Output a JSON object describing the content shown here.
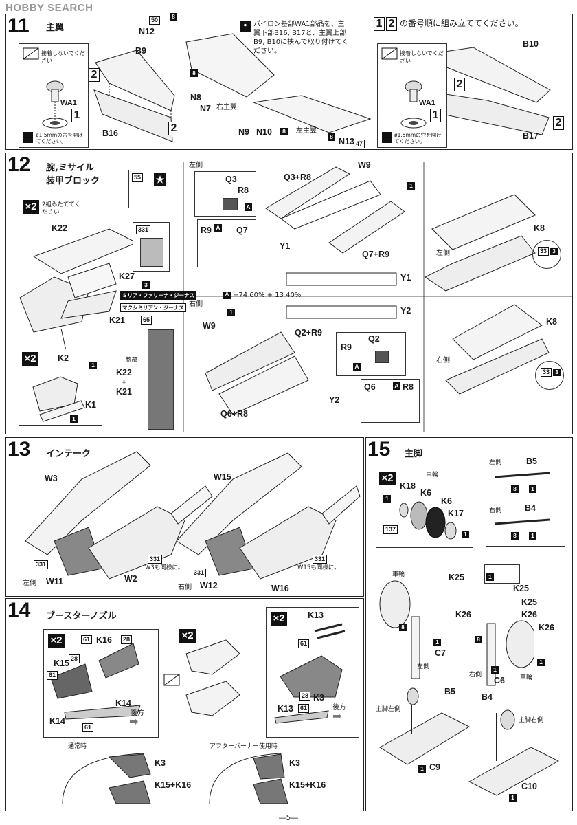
{
  "watermark": "HOBBY SEARCH",
  "page_number": "—5—",
  "step11": {
    "number": "11",
    "title": "主翼",
    "pylon_note": "パイロン基部WA1部品を、主翼下部B16, B17と、主翼上部B9, B10に挟んで取り付けてください。",
    "order_note": "の番号順に組み立ててください。",
    "seq1": "1",
    "seq2": "2",
    "no_glue": "接着しないでください",
    "drill": "ø1.5mmの穴を開けてください。",
    "right_wing": "右主翼",
    "left_wing": "左主翼",
    "parts": {
      "WA1": "WA1",
      "B9": "B9",
      "B16": "B16",
      "B10": "B10",
      "B17": "B17",
      "N12": "N12",
      "N8": "N8",
      "N7": "N7",
      "N9": "N9",
      "N10": "N10",
      "N13": "N13"
    },
    "colors": {
      "c50": "50",
      "c8": "8",
      "c47": "47"
    }
  },
  "step12": {
    "number": "12",
    "title": "腕,ミサイル装甲ブロック",
    "make_two": "2組みたててください",
    "x2": "×2",
    "left_side": "左側",
    "right_side": "右側",
    "mix_formula": "=74 60% + 13 40%",
    "mix_A": "A",
    "miria": "ミリア・ファリーナ・ジーナス",
    "maxi": "マクシミリアン・ジーナス",
    "arm_label": "腕部",
    "parts": {
      "K22": "K22",
      "K27": "K27",
      "K21": "K21",
      "K2": "K2",
      "K1": "K1",
      "K22plus": "K22\n+\nK21",
      "Q3": "Q3",
      "R8": "R8",
      "R9": "R9",
      "Q7": "Q7",
      "Q3R8": "Q3+R8",
      "Y1": "Y1",
      "Q7R9": "Q7+R9",
      "W9": "W9",
      "Y2": "Y2",
      "Q2R9": "Q2+R9",
      "Q2": "Q2",
      "Q6": "Q6",
      "Q6R8": "Q6+R8",
      "K8": "K8"
    },
    "colors": {
      "c55": "55",
      "c331": "331",
      "c3": "3",
      "c65": "65",
      "c1": "1",
      "c33": "33"
    }
  },
  "step13": {
    "number": "13",
    "title": "インテーク",
    "left_side": "左側",
    "right_side": "右側",
    "w3_same": "W3も同様に。",
    "w15_same": "W15も同様に。",
    "parts": {
      "W3": "W3",
      "W11": "W11",
      "W2": "W2",
      "W15": "W15",
      "W12": "W12",
      "W16": "W16"
    },
    "colors": {
      "c331": "331"
    }
  },
  "step14": {
    "number": "14",
    "title": "ブースターノズル",
    "rear": "後方",
    "normal": "通常時",
    "afterburner": "アフターバーナー使用時",
    "x2": "×2",
    "parts": {
      "K16": "K16",
      "K15": "K15",
      "K14": "K14",
      "K13": "K13",
      "K3": "K3",
      "K1516": "K15+K16"
    },
    "colors": {
      "c61": "61",
      "c28": "28"
    }
  },
  "step15": {
    "number": "15",
    "title": "主脚",
    "wheel": "車輪",
    "left_side": "左側",
    "right_side": "右側",
    "main_left": "主脚左側",
    "main_right": "主脚右側",
    "x2": "×2",
    "parts": {
      "K18": "K18",
      "K6": "K6",
      "K6b": "K6",
      "K17": "K17",
      "B5": "B5",
      "B4": "B4",
      "K25": "K25",
      "K26": "K26",
      "C7": "C7",
      "C6": "C6",
      "C9": "C9",
      "C10": "C10"
    },
    "colors": {
      "c137": "137",
      "c1": "1",
      "c8": "8"
    }
  }
}
